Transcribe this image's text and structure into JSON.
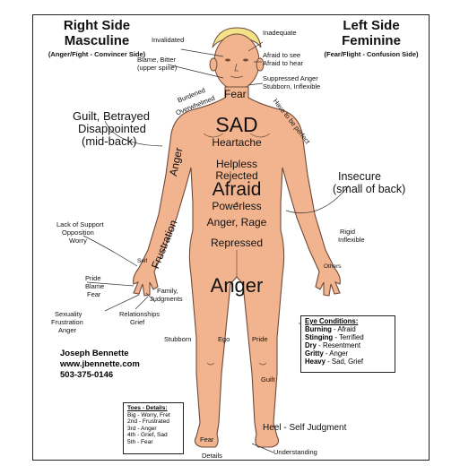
{
  "header": {
    "right_side_title": "Right Side",
    "right_side_subtitle": "Masculine",
    "right_side_note": "(Anger/Fight - Convincer Side)",
    "left_side_title": "Left Side",
    "left_side_subtitle": "Feminine",
    "left_side_note": "(Fear/Flight - Confusion Side)"
  },
  "labels": {
    "invalidated": "Invalidated",
    "inadequate": "Inadequate",
    "afraid_see": "Afraid to see",
    "afraid_hear": "Afraid to hear",
    "blame_bitter": "Blame, Bitter",
    "upper_spine": "(upper spine)",
    "suppressed_anger": "Suppressed Anger",
    "stubborn_inflexible": "Stubborn, Inflexible",
    "burdened": "Burdened",
    "overwhelmed": "Overwhelmed",
    "fear": "Fear",
    "have_to_be_perfect": "Have to be perfect",
    "guilt_betrayed": "Guilt, Betrayed",
    "disappointed": "Disappointed",
    "mid_back": "(mid-back)",
    "sad": "SAD",
    "heartache": "Heartache",
    "helpless": "Helpless",
    "rejected": "Rejected",
    "afraid": "Afraid",
    "powerless": "Powerless",
    "insecure": "Insecure",
    "small_of_back": "(small of back)",
    "anger_arm": "Anger",
    "frustration_arm": "Frustration",
    "anger_rage": "Anger, Rage",
    "repressed": "Repressed",
    "rigid": "Rigid",
    "inflexible": "Inflexible",
    "lack_of_support": "Lack of Support",
    "opposition": "Opposition",
    "worry": "Worry",
    "self": "Self",
    "others": "Others",
    "pride": "Pride",
    "blame": "Blame",
    "fear_hand": "Fear",
    "family": "Family,",
    "judgments": "Judgments",
    "anger_big": "Anger",
    "sexuality": "Sexuality",
    "frustration": "Frustration",
    "anger_small": "Anger",
    "relationships": "Relationships",
    "grief": "Grief",
    "stubborn": "Stubborn",
    "ego": "Ego",
    "pride_leg": "Pride",
    "guilt": "Guilt",
    "heel": "Heel - Self Judgment",
    "understanding": "Understanding",
    "details": "Details",
    "fear_foot": "Fear"
  },
  "contact": {
    "name": "Joseph Bennette",
    "website": "www.jbennette.com",
    "phone": "503-375-0146"
  },
  "eye_box": {
    "title": "Eye Conditions:",
    "rows": [
      {
        "k": "Burning",
        "v": " - Afraid"
      },
      {
        "k": "Stinging",
        "v": " - Terrified"
      },
      {
        "k": "Dry",
        "v": " - Resentment"
      },
      {
        "k": "Gritty",
        "v": " - Anger"
      },
      {
        "k": "Heavy",
        "v": " - Sad, Grief"
      }
    ]
  },
  "toes_box": {
    "title": "Toes - Details:",
    "rows": [
      "Big - Worry, Fret",
      "2nd - Frustrated",
      "3rd - Anger",
      "4th - Grief, Sad",
      "5th - Fear"
    ]
  },
  "colors": {
    "skin": "#f2b48e",
    "skin_outline": "#6e4a3a",
    "hair": "#f3e28a",
    "line": "#333333"
  }
}
